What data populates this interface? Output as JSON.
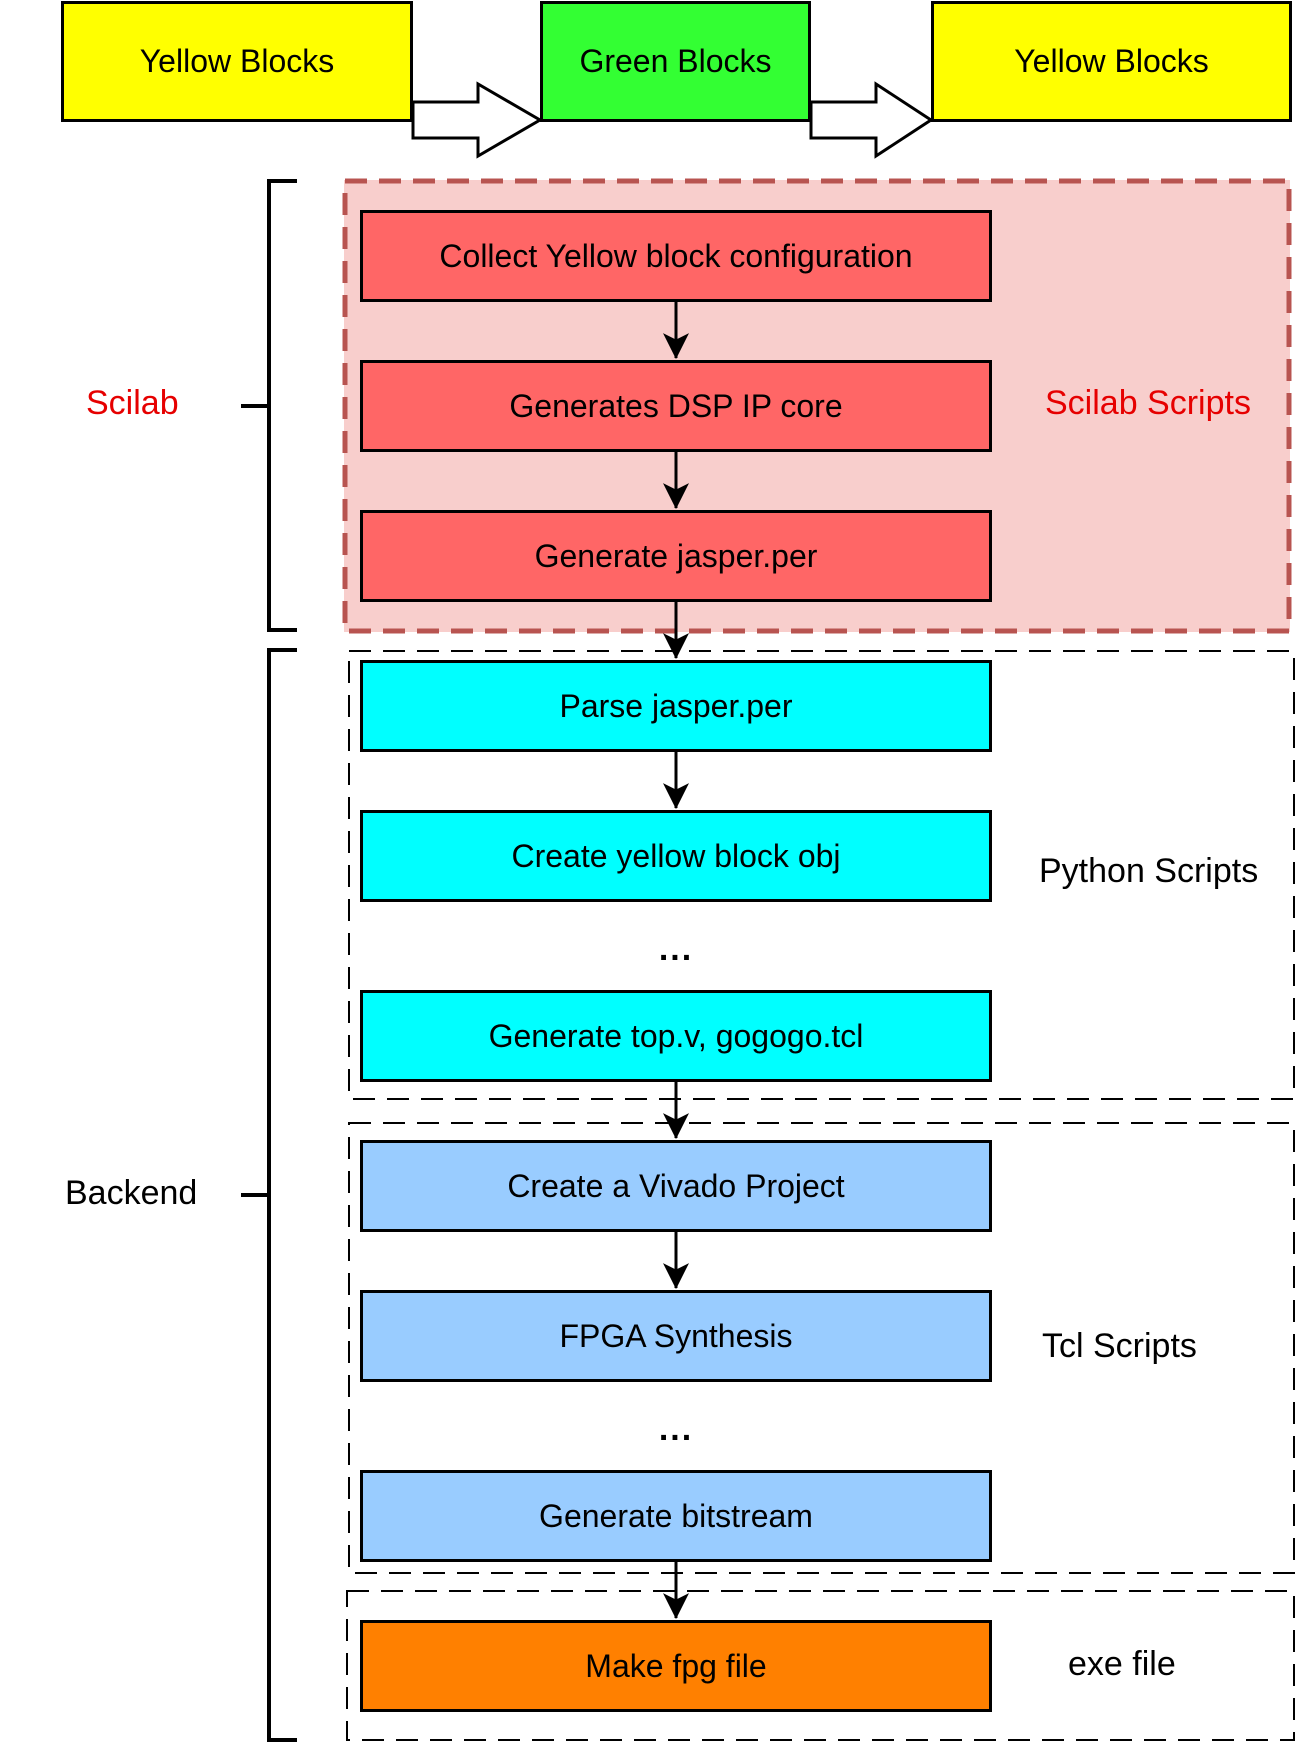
{
  "top_flow": {
    "box1": "Yellow Blocks",
    "box2": "Green Blocks",
    "box3": "Yellow Blocks"
  },
  "groups": {
    "scilab": {
      "bracket_label": "Scilab",
      "region_label": "Scilab Scripts"
    },
    "backend": {
      "bracket_label": "Backend"
    },
    "python": {
      "region_label": "Python Scripts"
    },
    "tcl": {
      "region_label": "Tcl Scripts"
    },
    "exe": {
      "region_label": "exe file"
    }
  },
  "steps": {
    "collect": "Collect Yellow block configuration",
    "generate_dsp": "Generates DSP IP core",
    "generate_jasper": "Generate jasper.per",
    "parse_jasper": "Parse jasper.per",
    "create_obj": "Create yellow block obj",
    "ellipsis1": "...",
    "generate_top": "Generate top.v, gogogo.tcl",
    "create_vivado": "Create a Vivado Project",
    "fpga_synth": "FPGA Synthesis",
    "ellipsis2": "...",
    "generate_bitstream": "Generate bitstream",
    "make_fpg": "Make fpg file"
  },
  "colors": {
    "yellow": "#ffff00",
    "green": "#33ff33",
    "scilab_step": "#ff6666",
    "scilab_region": "#f8cecc",
    "scilab_region_border": "#b85450",
    "python_step": "#00ffff",
    "tcl_step": "#99ccff",
    "exe_step": "#ff8000",
    "scilab_text": "#e60000"
  }
}
